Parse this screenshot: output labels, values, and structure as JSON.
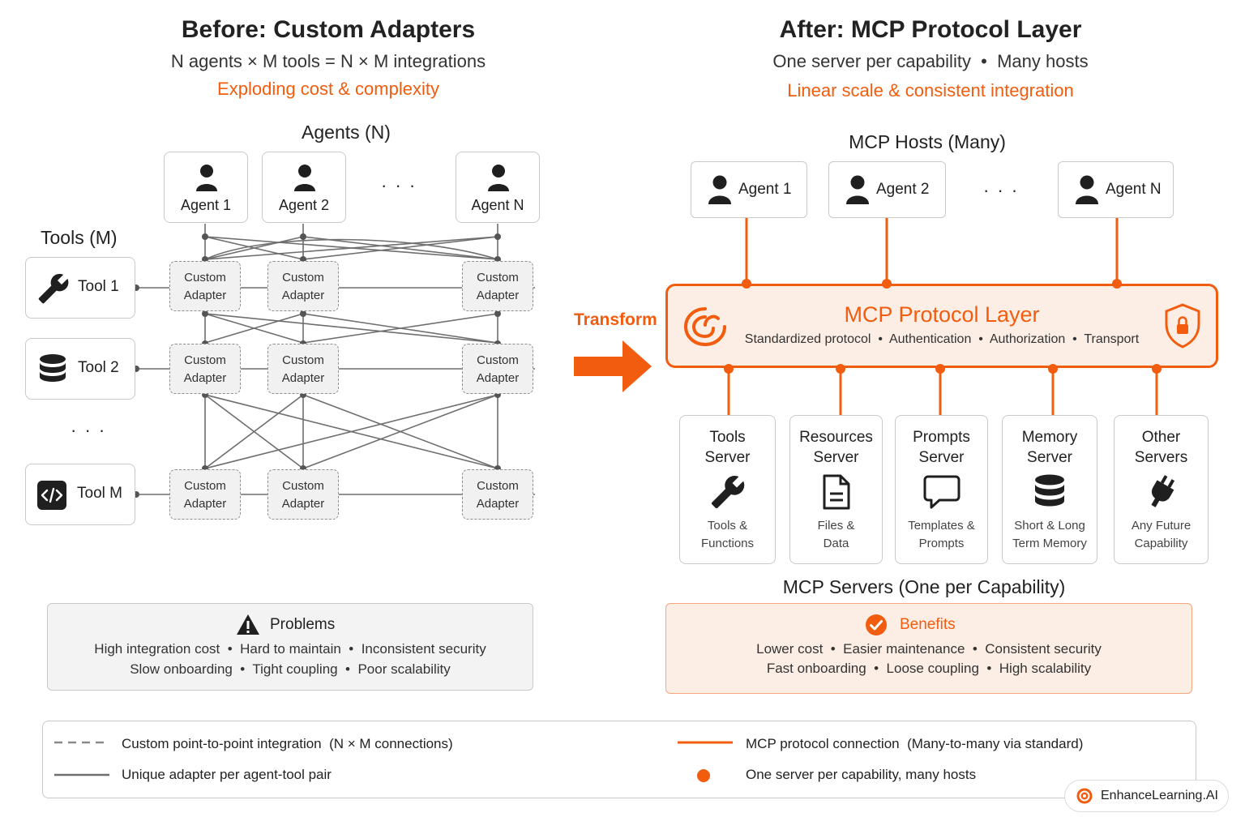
{
  "left": {
    "title": "Before: Custom Adapters",
    "subtitle": "N agents × M tools = N × M integrations",
    "highlight": "Exploding cost & complexity",
    "agents_heading": "Agents (N)",
    "tools_heading": "Tools (M)",
    "agents": [
      "Agent 1",
      "Agent 2",
      "Agent N"
    ],
    "agents_ellipsis": "· · ·",
    "tools": [
      "Tool 1",
      "Tool 2",
      "Tool M"
    ],
    "tools_ellipsis": "· · ·",
    "adapter_line1": "Custom",
    "adapter_line2": "Adapter",
    "problems": {
      "title": "Problems",
      "line1": "High integration cost  •  Hard to maintain  •  Inconsistent security",
      "line2": "Slow onboarding  •  Tight coupling  •  Poor scalability"
    }
  },
  "transform_label": "Transform",
  "right": {
    "title": "After: MCP Protocol Layer",
    "subtitle": "One server per capability  •  Many hosts",
    "highlight": "Linear scale & consistent integration",
    "hosts_heading": "MCP Hosts (Many)",
    "hosts": [
      "Agent 1",
      "Agent 2",
      "Agent N"
    ],
    "hosts_ellipsis": "· · ·",
    "layer": {
      "title": "MCP Protocol Layer",
      "subtitle": "Standardized protocol  •  Authentication  •  Authorization  •  Transport"
    },
    "servers_heading": "MCP Servers (One per Capability)",
    "servers": [
      {
        "title1": "Tools",
        "title2": "Server",
        "desc1": "Tools &",
        "desc2": "Functions",
        "icon": "wrench-icon"
      },
      {
        "title1": "Resources",
        "title2": "Server",
        "desc1": "Files &",
        "desc2": "Data",
        "icon": "file-icon"
      },
      {
        "title1": "Prompts",
        "title2": "Server",
        "desc1": "Templates &",
        "desc2": "Prompts",
        "icon": "chat-bubble-icon"
      },
      {
        "title1": "Memory",
        "title2": "Server",
        "desc1": "Short & Long",
        "desc2": "Term Memory",
        "icon": "database-icon"
      },
      {
        "title1": "Other",
        "title2": "Servers",
        "desc1": "Any Future",
        "desc2": "Capability",
        "icon": "plug-icon"
      }
    ],
    "benefits": {
      "title": "Benefits",
      "line1": "Lower cost  •  Easier maintenance  •  Consistent security",
      "line2": "Fast onboarding  •  Loose coupling  •  High scalability"
    }
  },
  "legend": {
    "dashed": "Custom point-to-point integration  (N × M connections)",
    "solid": "Unique adapter per agent-tool pair",
    "orange_line": "MCP protocol connection  (Many-to-many via standard)",
    "orange_dot": "One server per capability, many hosts"
  },
  "brand": "EnhanceLearning.AI",
  "colors": {
    "accent": "#f25c0f",
    "accent_bg": "#fdeee5",
    "gray_line": "#6e6e6e",
    "box_border": "#c9c9c9"
  }
}
